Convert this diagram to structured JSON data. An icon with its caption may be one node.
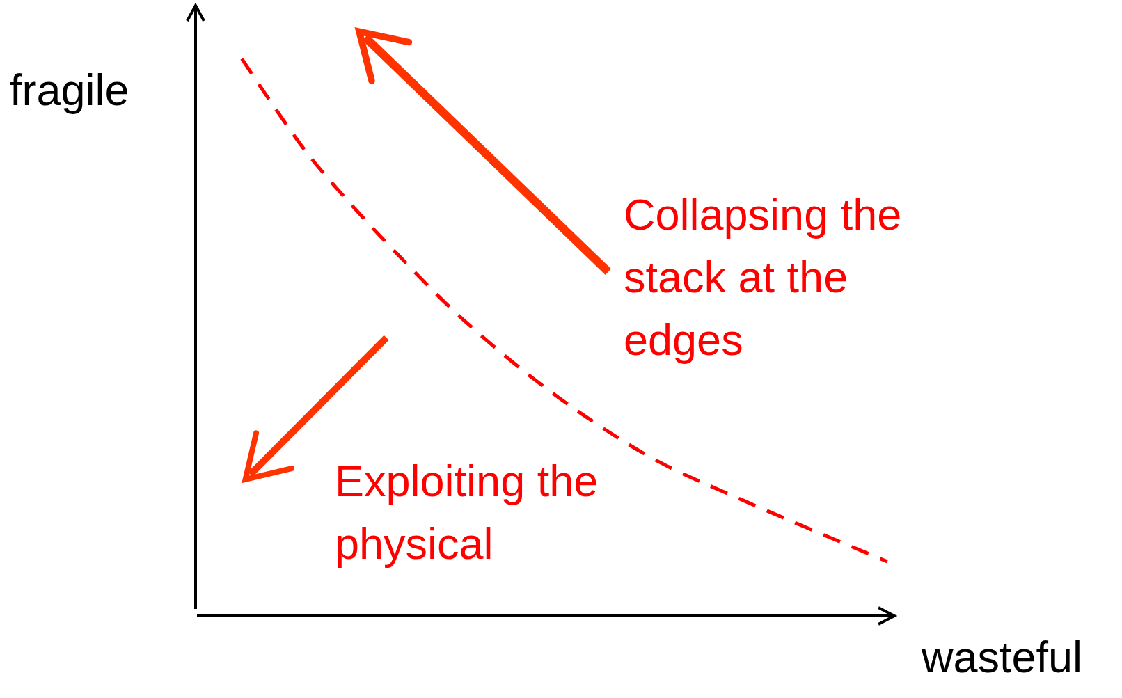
{
  "diagram": {
    "labels": [
      "fragile",
      "Collapsing the stack at the edges",
      "Exploiting the physical",
      "wasteful"
    ]
  }
}
